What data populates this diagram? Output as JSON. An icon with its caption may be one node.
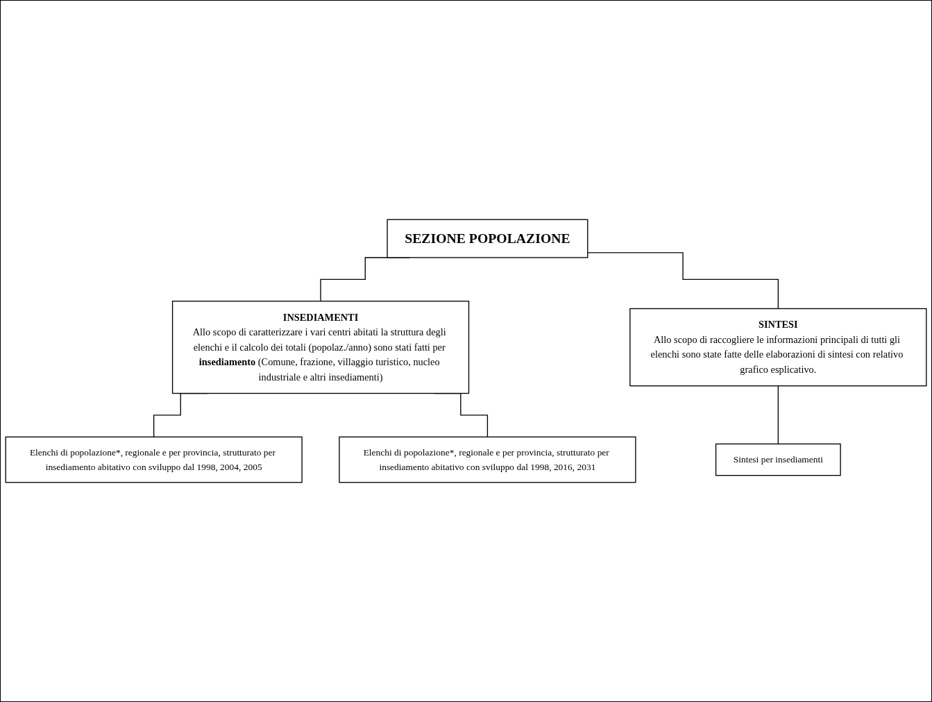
{
  "diagram": {
    "nodes": [
      {
        "text": [
          "SEZIONE POPOLAZIONE"
        ]
      },
      {
        "text": [
          "INSEDIAMENTI",
          "Allo scopo di caratterizzare i vari centri abitati la struttura degli elenchi e il calcolo dei totali (popolaz./anno) sono stati fatti per **insediamento** (Comune, frazione, villaggio turistico, nucleo industriale e altri insediamenti)"
        ]
      },
      {
        "text": [
          "SINTESI",
          "Allo scopo di raccogliere le informazioni principali di tutti gli elenchi sono state fatte delle elaborazioni di sintesi con relativo grafico esplicativo."
        ]
      },
      {
        "text": [
          "Sintesi per insediamenti"
        ]
      },
      {
        "text": [
          "Elenchi di popolazione*, regionale e per provincia, strutturato per insediamento abitativo con sviluppo dal 1998, 2004, 2005"
        ]
      },
      {
        "text": [
          "Elenchi di popolazione*, regionale e per provincia, strutturato per insediamento abitativo con sviluppo dal 1998, 2016, 2031"
        ]
      }
    ],
    "edges": [
      {
        "from": 0,
        "to": 1,
        "arrow": "none"
      },
      {
        "from": 0,
        "to": 2,
        "arrow": "none"
      },
      {
        "from": 2,
        "to": 3,
        "arrow": "none"
      },
      {
        "from": 1,
        "to": 4,
        "arrow": "none"
      },
      {
        "from": 1,
        "to": 5,
        "arrow": "none"
      }
    ]
  }
}
